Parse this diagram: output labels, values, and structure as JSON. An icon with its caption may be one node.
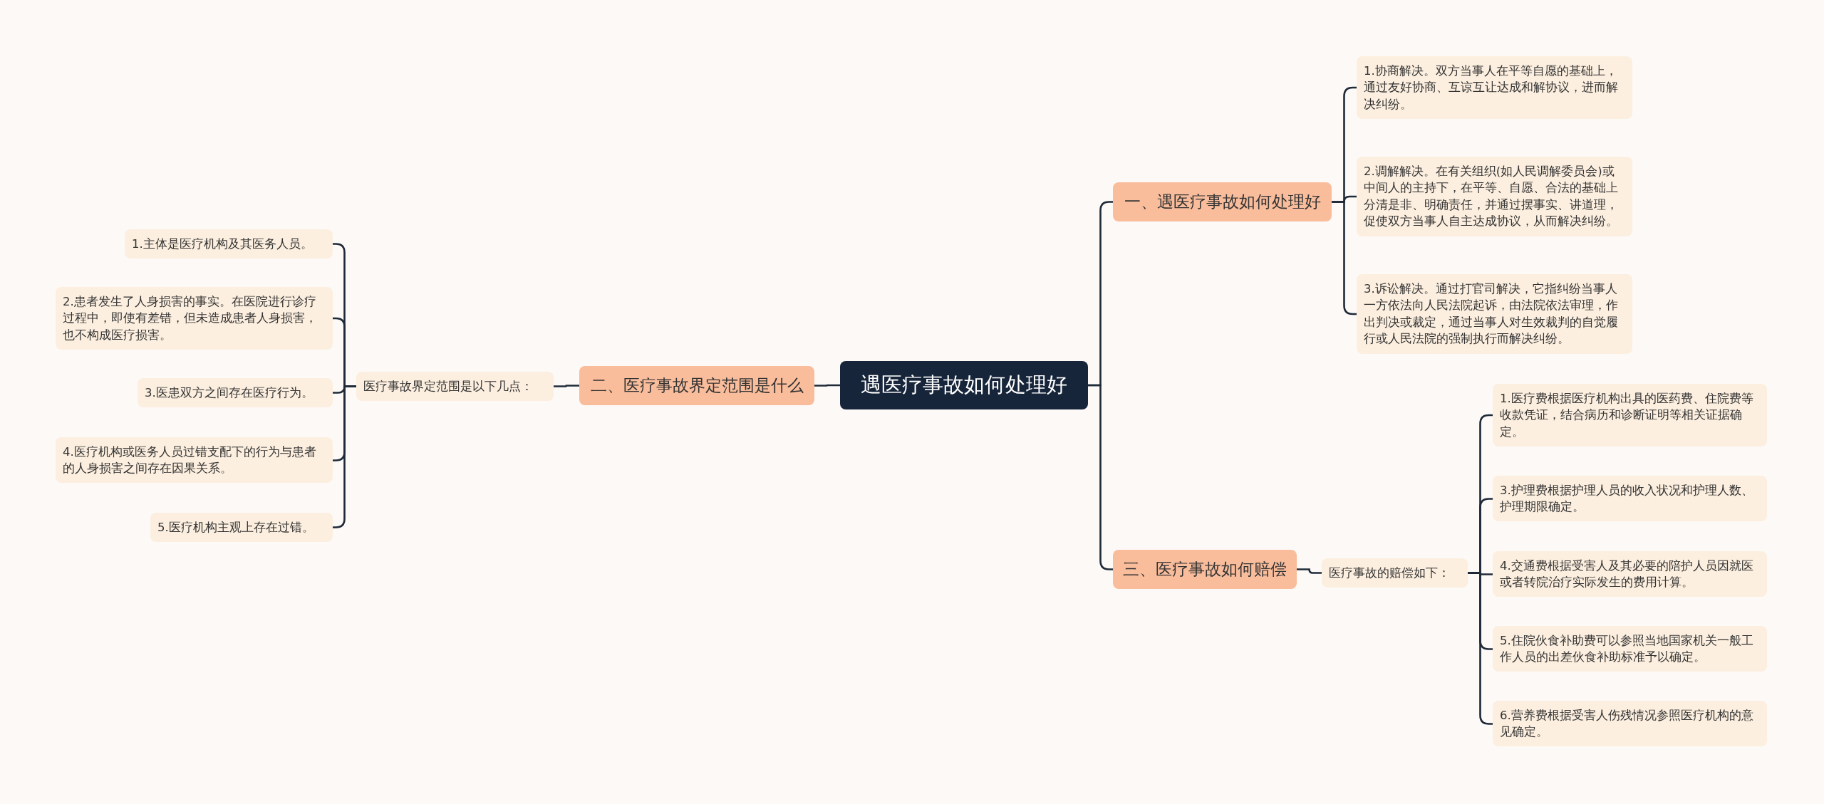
{
  "diagram": {
    "nodes": [
      {
        "text": [
          "遇医疗事故如何处理好"
        ]
      },
      {
        "text": [
          "一、遇医疗事故如何处理好"
        ]
      },
      {
        "text": [
          "1.协商解决。双方当事人在平等自愿的基础上，通过友好协商、互谅互让达成和解协议，进而解决纠纷。"
        ]
      },
      {
        "text": [
          "2.调解解决。在有关组织(如人民调解委员会)或中间人的主持下，在平等、自愿、合法的基础上分清是非、明确责任，并通过摆事实、讲道理，促使双方当事人自主达成协议，从而解决纠纷。"
        ]
      },
      {
        "text": [
          "3.诉讼解决。通过打官司解决，它指纠纷当事人一方依法向人民法院起诉，由法院依法审理，作出判决或裁定，通过当事人对生效裁判的自觉履行或人民法院的强制执行而解决纠纷。"
        ]
      },
      {
        "text": [
          "二、医疗事故界定范围是什么"
        ]
      },
      {
        "text": [
          "医疗事故界定范围是以下几点："
        ]
      },
      {
        "text": [
          "1.主体是医疗机构及其医务人员。"
        ]
      },
      {
        "text": [
          "2.患者发生了人身损害的事实。在医院进行诊疗过程中，即使有差错，但未造成患者人身损害，也不构成医疗损害。"
        ]
      },
      {
        "text": [
          "3.医患双方之间存在医疗行为。"
        ]
      },
      {
        "text": [
          "4.医疗机构或医务人员过错支配下的行为与患者的人身损害之间存在因果关系。"
        ]
      },
      {
        "text": [
          "5.医疗机构主观上存在过错。"
        ]
      },
      {
        "text": [
          "三、医疗事故如何赔偿"
        ]
      },
      {
        "text": [
          "医疗事故的赔偿如下："
        ]
      },
      {
        "text": [
          "1.医疗费根据医疗机构出具的医药费、住院费等收款凭证，结合病历和诊断证明等相关证据确定。"
        ]
      },
      {
        "text": [
          "3.护理费根据护理人员的收入状况和护理人数、护理期限确定。"
        ]
      },
      {
        "text": [
          "4.交通费根据受害人及其必要的陪护人员因就医或者转院治疗实际发生的费用计算。"
        ]
      },
      {
        "text": [
          "5.住院伙食补助费可以参照当地国家机关一般工作人员的出差伙食补助标准予以确定。"
        ]
      },
      {
        "text": [
          "6.营养费根据受害人伤残情况参照医疗机构的意见确定。"
        ]
      }
    ],
    "edges": [
      {
        "from": 0,
        "to": 1,
        "arrow": "none"
      },
      {
        "from": 1,
        "to": 2,
        "arrow": "none"
      },
      {
        "from": 1,
        "to": 3,
        "arrow": "none"
      },
      {
        "from": 1,
        "to": 4,
        "arrow": "none"
      },
      {
        "from": 0,
        "to": 5,
        "arrow": "none"
      },
      {
        "from": 5,
        "to": 6,
        "arrow": "none"
      },
      {
        "from": 6,
        "to": 7,
        "arrow": "none"
      },
      {
        "from": 6,
        "to": 8,
        "arrow": "none"
      },
      {
        "from": 6,
        "to": 9,
        "arrow": "none"
      },
      {
        "from": 6,
        "to": 10,
        "arrow": "none"
      },
      {
        "from": 6,
        "to": 11,
        "arrow": "none"
      },
      {
        "from": 0,
        "to": 12,
        "arrow": "none"
      },
      {
        "from": 12,
        "to": 13,
        "arrow": "none"
      },
      {
        "from": 13,
        "to": 14,
        "arrow": "none"
      },
      {
        "from": 13,
        "to": 15,
        "arrow": "none"
      },
      {
        "from": 13,
        "to": 16,
        "arrow": "none"
      },
      {
        "from": 13,
        "to": 17,
        "arrow": "none"
      },
      {
        "from": 13,
        "to": 18,
        "arrow": "none"
      }
    ]
  }
}
